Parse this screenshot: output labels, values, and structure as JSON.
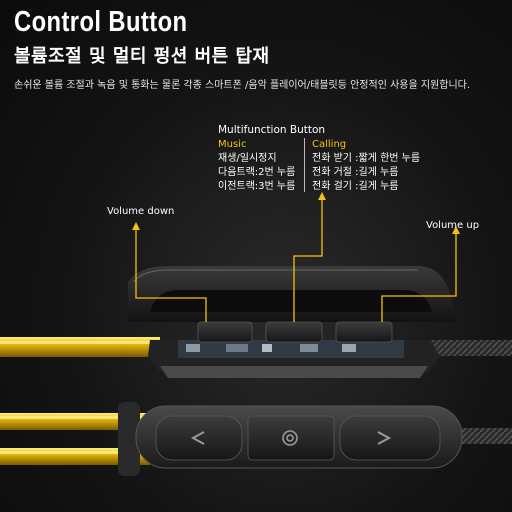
{
  "title": "Control Button",
  "subtitle": "볼륨조절 및 멀티 펑션 버튼 탑재",
  "description": "손쉬운 볼륨 조절과 녹음 및 통화는 물론 각종 스마트폰 /음악 플레이어/태블릿등 안정적인 사용을 지원합니다.",
  "multifunction": {
    "title": "Multifunction Button",
    "music": {
      "heading": "Music",
      "items": [
        "재생/일시정지",
        "다음트랙:2번 누름",
        "이전트랙:3번 누름"
      ]
    },
    "calling": {
      "heading": "Calling",
      "items": [
        "전화 받기 :짧게 한번 누름",
        "전화 거절 :길게 누름",
        "전화 걸기 :길게 누름"
      ]
    }
  },
  "labels": {
    "volume_down": "Volume down",
    "volume_up": "Volume up"
  },
  "colors": {
    "accent": "#f2c10f",
    "cable": "#e6b812",
    "background": "#141414"
  }
}
